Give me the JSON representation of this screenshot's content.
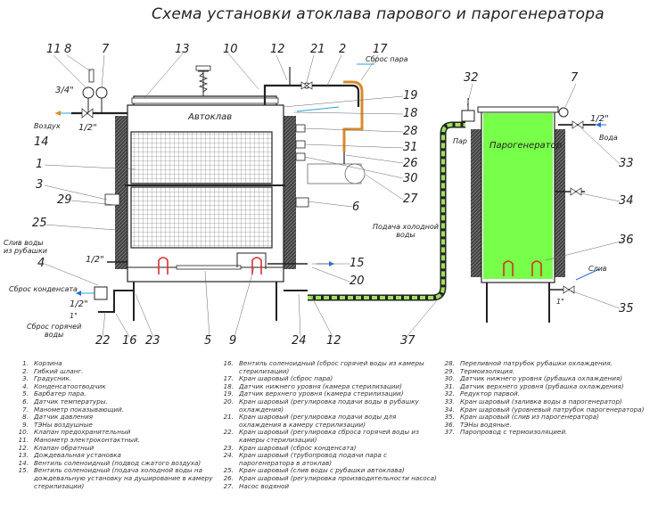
{
  "title": "Схема установки атоклава парового и парогенератора",
  "labels": {
    "autoclave": "Автоклав",
    "steam_generator": "Парогенератор",
    "steam_release": "Сброс пара",
    "air": "Воздух",
    "drain_jacket": "Слив воды\nиз рубашки",
    "condensate_release": "Сброс конденсата",
    "hot_water_release": "Сброс горячей\nводы",
    "cold_water_supply": "Подача холодной\nводы",
    "steam": "Пар",
    "water": "Вода",
    "drain": "Слив",
    "size_34": "3/4\"",
    "size_12": "1/2\"",
    "size_1": "1\""
  },
  "callouts": {
    "c11": "11",
    "c8": "8",
    "c7a": "7",
    "c13": "13",
    "c10": "10",
    "c12a": "12",
    "c21": "21",
    "c2": "2",
    "c17": "17",
    "c19": "19",
    "c18": "18",
    "c28": "28",
    "c31": "31",
    "c26": "26",
    "c30": "30",
    "c27": "27",
    "c6": "6",
    "c14": "14",
    "c1": "1",
    "c3": "3",
    "c25": "25",
    "c29": "29",
    "c4": "4",
    "c15": "15",
    "c20": "20",
    "c22": "22",
    "c16": "16",
    "c23": "23",
    "c5": "5",
    "c9": "9",
    "c24": "24",
    "c12b": "12",
    "c37": "37",
    "c32": "32",
    "c7b": "7",
    "c33": "33",
    "c34": "34",
    "c36": "36",
    "c35": "35"
  },
  "legend_col1": [
    {
      "n": "1.",
      "t": "Корзина"
    },
    {
      "n": "2.",
      "t": "Гибкий шланг."
    },
    {
      "n": "3.",
      "t": "Градусник."
    },
    {
      "n": "4.",
      "t": "Конденсатоотводчик"
    },
    {
      "n": "5.",
      "t": "Барбатер пара."
    },
    {
      "n": "6.",
      "t": "Датчик температуры."
    },
    {
      "n": "7.",
      "t": "Манометр показывающий."
    },
    {
      "n": "8.",
      "t": "Датчик давления"
    },
    {
      "n": "9.",
      "t": "ТЭНы воздушные"
    },
    {
      "n": "10.",
      "t": "Клапан предохранительный"
    },
    {
      "n": "11.",
      "t": "Манометр электроконтактный."
    },
    {
      "n": "12.",
      "t": "Клапан обратный"
    },
    {
      "n": "13.",
      "t": "Дождевальная установка"
    },
    {
      "n": "14.",
      "t": "Вентиль соленоидный (подвод сжатого воздуха)"
    },
    {
      "n": "15.",
      "t": "Вентиль соленоидный (подача холодной воды на дождевальную установку на душирование в камеру стерилизации)"
    }
  ],
  "legend_col2": [
    {
      "n": "16.",
      "t": "Вентиль соленоидный (сброс горячей воды из камеры стерилизации)"
    },
    {
      "n": "17.",
      "t": "Кран шаровый (сброс пара)"
    },
    {
      "n": "18.",
      "t": "Датчик нижнего уровня (камера стерилизации)"
    },
    {
      "n": "19.",
      "t": "Датчик верхнего уровня (камера стерилизации)"
    },
    {
      "n": "20.",
      "t": "Кран шаровый (регулировка подачи воды в рубашку охлаждения)"
    },
    {
      "n": "21.",
      "t": "Кран шаровый (регулировка подачи воды для охлаждения в камеру стерилизации)"
    },
    {
      "n": "22.",
      "t": "Кран шаровый (регулировка сброса горячей воды из камеры стерилизации)"
    },
    {
      "n": "23.",
      "t": "Кран шаровый (сброс конденсата)"
    },
    {
      "n": "24.",
      "t": "Кран шаровый (трубопровод подачи пара с парогенератора в атоклав)"
    },
    {
      "n": "25.",
      "t": "Кран шаровый (слив воды с рубашки автоклава)"
    },
    {
      "n": "26.",
      "t": "Кран шаровый (регулировка производительности насоса)"
    },
    {
      "n": "27.",
      "t": "Насос водяной"
    }
  ],
  "legend_col3": [
    {
      "n": "28.",
      "t": "Переливной патрубок рубашки охлаждения."
    },
    {
      "n": "29.",
      "t": "Термоизоляция."
    },
    {
      "n": "30.",
      "t": "Датчик нижнего уровня (рубашка охлаждения)"
    },
    {
      "n": "31.",
      "t": "Датчик верхнего уровня (рубашка охлаждения)"
    },
    {
      "n": "32.",
      "t": "Редуктор парвой."
    },
    {
      "n": "33.",
      "t": "Кран шаровый (заливка воды в парогенератор)"
    },
    {
      "n": "34.",
      "t": "Кран шаровый (уровневый патрубок парогенератора)"
    },
    {
      "n": "35.",
      "t": "Кран шаровый (слив из парогенератора)"
    },
    {
      "n": "36.",
      "t": "ТЭНы водяные."
    },
    {
      "n": "37.",
      "t": "Паропровод с термоизоляцией."
    }
  ]
}
